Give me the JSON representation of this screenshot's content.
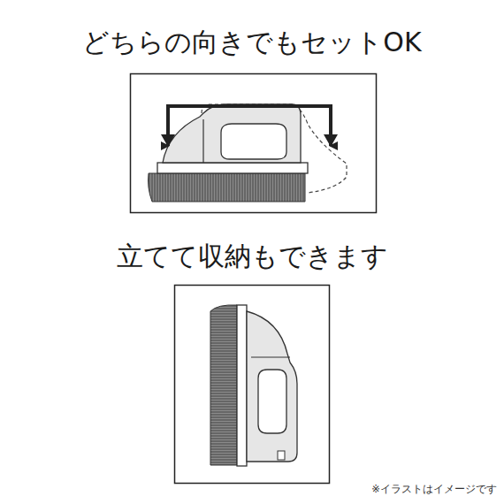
{
  "diagram": {
    "labels": [
      "どちらの向きでもセットOK",
      "立てて収納もできます",
      "※イラストはイメージです"
    ]
  }
}
